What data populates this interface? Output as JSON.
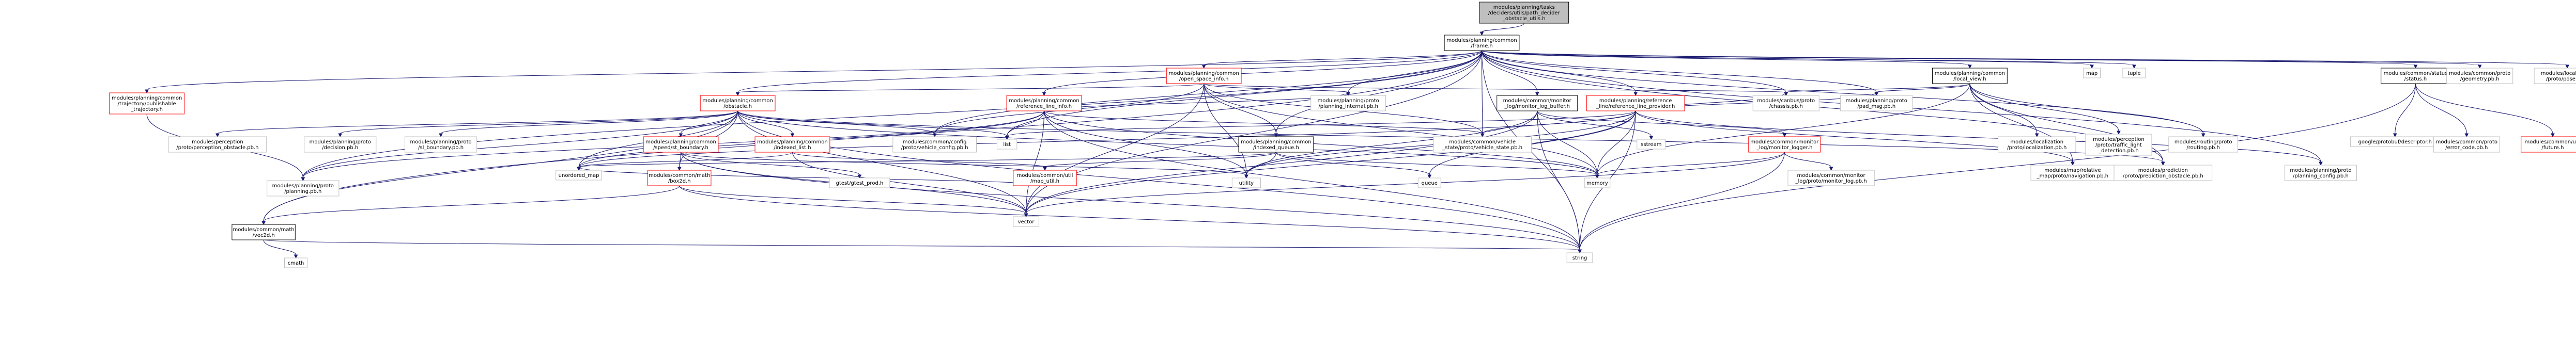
{
  "nodes": [
    {
      "id": "root",
      "lines": [
        "modules/planning/tasks",
        "/deciders/utils/path_decider",
        "_obstacle_utils.h"
      ],
      "style": "root"
    },
    {
      "id": "frame",
      "lines": [
        "modules/planning/common",
        "/frame.h"
      ],
      "style": "black"
    },
    {
      "id": "open_space_info",
      "lines": [
        "modules/planning/common",
        "/open_space_info.h"
      ],
      "style": "red"
    },
    {
      "id": "publishable_traj",
      "lines": [
        "modules/planning/common",
        "/trajectory/publishable",
        "_trajectory.h"
      ],
      "style": "red"
    },
    {
      "id": "obstacle",
      "lines": [
        "modules/planning/common",
        "/obstacle.h"
      ],
      "style": "red"
    },
    {
      "id": "ref_line_info",
      "lines": [
        "modules/planning/common",
        "/reference_line_info.h"
      ],
      "style": "red"
    },
    {
      "id": "monitor_log_buffer",
      "lines": [
        "modules/common/monitor",
        "_log/monitor_log_buffer.h"
      ],
      "style": "black"
    },
    {
      "id": "ref_line_provider",
      "lines": [
        "modules/planning/reference",
        "_line/reference_line_provider.h"
      ],
      "style": "red"
    },
    {
      "id": "local_view",
      "lines": [
        "modules/planning/common",
        "/local_view.h"
      ],
      "style": "black"
    },
    {
      "id": "map",
      "lines": [
        "map"
      ],
      "style": "gray"
    },
    {
      "id": "tuple",
      "lines": [
        "tuple"
      ],
      "style": "gray"
    },
    {
      "id": "status",
      "lines": [
        "modules/common/status",
        "/status.h"
      ],
      "style": "black"
    },
    {
      "id": "geometry_pb",
      "lines": [
        "modules/common/proto",
        "/geometry.pb.h"
      ],
      "style": "gray"
    },
    {
      "id": "pose_pb",
      "lines": [
        "modules/localization",
        "/proto/pose.pb.h"
      ],
      "style": "gray"
    },
    {
      "id": "planning_internal_pb",
      "lines": [
        "modules/planning/proto",
        "/planning_internal.pb.h"
      ],
      "style": "gray"
    },
    {
      "id": "chassis_pb",
      "lines": [
        "modules/canbus/proto",
        "/chassis.pb.h"
      ],
      "style": "gray"
    },
    {
      "id": "pad_msg_pb",
      "lines": [
        "modules/planning/proto",
        "/pad_msg.pb.h"
      ],
      "style": "gray"
    },
    {
      "id": "localization_pb",
      "lines": [
        "modules/localization",
        "/proto/localization.pb.h"
      ],
      "style": "gray"
    },
    {
      "id": "traffic_light_pb",
      "lines": [
        "modules/perception",
        "/proto/traffic_light",
        "_detection.pb.h"
      ],
      "style": "gray"
    },
    {
      "id": "routing_pb",
      "lines": [
        "modules/routing/proto",
        "/routing.pb.h"
      ],
      "style": "gray"
    },
    {
      "id": "descriptor",
      "lines": [
        "google/protobuf/descriptor.h"
      ],
      "style": "gray"
    },
    {
      "id": "error_code_pb",
      "lines": [
        "modules/common/proto",
        "/error_code.pb.h"
      ],
      "style": "gray"
    },
    {
      "id": "future",
      "lines": [
        "modules/common/util",
        "/future.h"
      ],
      "style": "red"
    },
    {
      "id": "perception_obstacle_pb",
      "lines": [
        "modules/perception",
        "/proto/perception_obstacle.pb.h"
      ],
      "style": "gray"
    },
    {
      "id": "decision_pb",
      "lines": [
        "modules/planning/proto",
        "/decision.pb.h"
      ],
      "style": "gray"
    },
    {
      "id": "sl_boundary_pb",
      "lines": [
        "modules/planning/proto",
        "/sl_boundary.pb.h"
      ],
      "style": "gray"
    },
    {
      "id": "vehicle_config_pb",
      "lines": [
        "modules/common/config",
        "/proto/vehicle_config.pb.h"
      ],
      "style": "gray"
    },
    {
      "id": "list",
      "lines": [
        "list"
      ],
      "style": "gray"
    },
    {
      "id": "indexed_queue",
      "lines": [
        "modules/planning/common",
        "/indexed_queue.h"
      ],
      "style": "black"
    },
    {
      "id": "vehicle_state_pb",
      "lines": [
        "modules/common/vehicle",
        "_state/proto/vehicle_state.pb.h"
      ],
      "style": "gray"
    },
    {
      "id": "sstream",
      "lines": [
        "sstream"
      ],
      "style": "gray"
    },
    {
      "id": "monitor_logger",
      "lines": [
        "modules/common/monitor",
        "_log/monitor_logger.h"
      ],
      "style": "red"
    },
    {
      "id": "map_navigation_pb",
      "lines": [
        "modules/map/relative",
        "_map/proto/navigation.pb.h"
      ],
      "style": "gray"
    },
    {
      "id": "prediction_obstacle_pb",
      "lines": [
        "modules/prediction",
        "/proto/prediction_obstacle.pb.h"
      ],
      "style": "gray"
    },
    {
      "id": "planning_config_pb",
      "lines": [
        "modules/planning/proto",
        "/planning_config.pb.h"
      ],
      "style": "gray"
    },
    {
      "id": "speed_st_boundary",
      "lines": [
        "modules/planning/common",
        "/speed/st_boundary.h"
      ],
      "style": "red"
    },
    {
      "id": "indexed_list",
      "lines": [
        "modules/planning/common",
        "/indexed_list.h"
      ],
      "style": "red"
    },
    {
      "id": "box2d",
      "lines": [
        "modules/common/math",
        "/box2d.h"
      ],
      "style": "red"
    },
    {
      "id": "unordered_map",
      "lines": [
        "unordered_map"
      ],
      "style": "gray"
    },
    {
      "id": "gtest_prod",
      "lines": [
        "gtest/gtest_prod.h"
      ],
      "style": "gray"
    },
    {
      "id": "map_util",
      "lines": [
        "modules/common/util",
        "/map_util.h"
      ],
      "style": "red"
    },
    {
      "id": "utility",
      "lines": [
        "utility"
      ],
      "style": "gray"
    },
    {
      "id": "queue",
      "lines": [
        "queue"
      ],
      "style": "gray"
    },
    {
      "id": "memory",
      "lines": [
        "memory"
      ],
      "style": "gray"
    },
    {
      "id": "monitor_log_pb",
      "lines": [
        "modules/common/monitor",
        "_log/proto/monitor_log.pb.h"
      ],
      "style": "gray"
    },
    {
      "id": "planning_pb",
      "lines": [
        "modules/planning/proto",
        "/planning.pb.h"
      ],
      "style": "gray"
    },
    {
      "id": "vec2d",
      "lines": [
        "modules/common/math",
        "/vec2d.h"
      ],
      "style": "black"
    },
    {
      "id": "vector",
      "lines": [
        "vector"
      ],
      "style": "gray"
    },
    {
      "id": "cmath",
      "lines": [
        "cmath"
      ],
      "style": "gray"
    },
    {
      "id": "string",
      "lines": [
        "string"
      ],
      "style": "gray"
    }
  ],
  "edges": [
    [
      "root",
      "frame"
    ],
    [
      "frame",
      "open_space_info"
    ],
    [
      "frame",
      "publishable_traj"
    ],
    [
      "frame",
      "obstacle"
    ],
    [
      "frame",
      "ref_line_info"
    ],
    [
      "frame",
      "monitor_log_buffer"
    ],
    [
      "frame",
      "ref_line_provider"
    ],
    [
      "frame",
      "local_view"
    ],
    [
      "frame",
      "map"
    ],
    [
      "frame",
      "tuple"
    ],
    [
      "frame",
      "status"
    ],
    [
      "frame",
      "geometry_pb"
    ],
    [
      "frame",
      "pose_pb"
    ],
    [
      "frame",
      "planning_internal_pb"
    ],
    [
      "frame",
      "chassis_pb"
    ],
    [
      "frame",
      "pad_msg_pb"
    ],
    [
      "frame",
      "routing_pb"
    ],
    [
      "frame",
      "indexed_queue"
    ],
    [
      "frame",
      "vehicle_state_pb"
    ],
    [
      "frame",
      "prediction_obstacle_pb"
    ],
    [
      "frame",
      "planning_config_pb"
    ],
    [
      "frame",
      "vec2d"
    ],
    [
      "frame",
      "vector"
    ],
    [
      "frame",
      "string"
    ],
    [
      "frame",
      "planning_pb"
    ],
    [
      "frame",
      "list"
    ],
    [
      "frame",
      "vehicle_config_pb"
    ],
    [
      "open_space_info",
      "obstacle"
    ],
    [
      "open_space_info",
      "planning_internal_pb"
    ],
    [
      "open_space_info",
      "chassis_pb"
    ],
    [
      "open_space_info",
      "vehicle_config_pb"
    ],
    [
      "open_space_info",
      "indexed_queue"
    ],
    [
      "open_space_info",
      "vector"
    ],
    [
      "open_space_info",
      "utility"
    ],
    [
      "open_space_info",
      "memory"
    ],
    [
      "open_space_info",
      "vehicle_state_pb"
    ],
    [
      "publishable_traj",
      "planning_pb"
    ],
    [
      "obstacle",
      "perception_obstacle_pb"
    ],
    [
      "obstacle",
      "decision_pb"
    ],
    [
      "obstacle",
      "sl_boundary_pb"
    ],
    [
      "obstacle",
      "vehicle_config_pb"
    ],
    [
      "obstacle",
      "list"
    ],
    [
      "obstacle",
      "speed_st_boundary"
    ],
    [
      "obstacle",
      "indexed_list"
    ],
    [
      "obstacle",
      "box2d"
    ],
    [
      "obstacle",
      "unordered_map"
    ],
    [
      "obstacle",
      "prediction_obstacle_pb"
    ],
    [
      "obstacle",
      "string"
    ],
    [
      "obstacle",
      "vector"
    ],
    [
      "obstacle",
      "memory"
    ],
    [
      "obstacle",
      "vec2d"
    ],
    [
      "obstacle",
      "planning_pb"
    ],
    [
      "ref_line_info",
      "list"
    ],
    [
      "ref_line_info",
      "planning_pb"
    ],
    [
      "ref_line_info",
      "vector"
    ],
    [
      "ref_line_info",
      "utility"
    ],
    [
      "ref_line_info",
      "unordered_map"
    ],
    [
      "ref_line_info",
      "vehicle_state_pb"
    ],
    [
      "ref_line_info",
      "string"
    ],
    [
      "ref_line_info",
      "planning_internal_pb"
    ],
    [
      "ref_line_info",
      "memory"
    ],
    [
      "monitor_log_buffer",
      "monitor_logger"
    ],
    [
      "monitor_log_buffer",
      "string"
    ],
    [
      "monitor_log_buffer",
      "sstream"
    ],
    [
      "monitor_log_buffer",
      "vector"
    ],
    [
      "monitor_log_buffer",
      "utility"
    ],
    [
      "monitor_log_buffer",
      "memory"
    ],
    [
      "ref_line_provider",
      "list"
    ],
    [
      "ref_line_provider",
      "map_navigation_pb"
    ],
    [
      "ref_line_provider",
      "memory"
    ],
    [
      "ref_line_provider",
      "queue"
    ],
    [
      "ref_line_provider",
      "unordered_map"
    ],
    [
      "ref_line_provider",
      "vector"
    ],
    [
      "ref_line_provider",
      "utility"
    ],
    [
      "ref_line_provider",
      "vehicle_state_pb"
    ],
    [
      "ref_line_provider",
      "string"
    ],
    [
      "ref_line_provider",
      "planning_config_pb"
    ],
    [
      "ref_line_provider",
      "chassis_pb"
    ],
    [
      "ref_line_provider",
      "pad_msg_pb"
    ],
    [
      "local_view",
      "chassis_pb"
    ],
    [
      "local_view",
      "pad_msg_pb"
    ],
    [
      "local_view",
      "localization_pb"
    ],
    [
      "local_view",
      "traffic_light_pb"
    ],
    [
      "local_view",
      "routing_pb"
    ],
    [
      "local_view",
      "map_navigation_pb"
    ],
    [
      "local_view",
      "prediction_obstacle_pb"
    ],
    [
      "local_view",
      "memory"
    ],
    [
      "status",
      "descriptor"
    ],
    [
      "status",
      "error_code_pb"
    ],
    [
      "status",
      "future"
    ],
    [
      "status",
      "string"
    ],
    [
      "indexed_queue",
      "queue"
    ],
    [
      "indexed_queue",
      "unordered_map"
    ],
    [
      "indexed_queue",
      "map_util"
    ],
    [
      "indexed_queue",
      "utility"
    ],
    [
      "indexed_queue",
      "memory"
    ],
    [
      "monitor_logger",
      "monitor_log_pb"
    ],
    [
      "monitor_logger",
      "string"
    ],
    [
      "monitor_logger",
      "vector"
    ],
    [
      "monitor_logger",
      "memory"
    ],
    [
      "speed_st_boundary",
      "box2d"
    ],
    [
      "speed_st_boundary",
      "gtest_prod"
    ],
    [
      "speed_st_boundary",
      "vector"
    ],
    [
      "speed_st_boundary",
      "string"
    ],
    [
      "speed_st_boundary",
      "utility"
    ],
    [
      "indexed_list",
      "map_util"
    ],
    [
      "indexed_list",
      "unordered_map"
    ],
    [
      "indexed_list",
      "vector"
    ],
    [
      "box2d",
      "vec2d"
    ],
    [
      "box2d",
      "vector"
    ],
    [
      "box2d",
      "string"
    ],
    [
      "vec2d",
      "cmath"
    ],
    [
      "vec2d",
      "string"
    ],
    [
      "map_util",
      "unordered_map"
    ]
  ]
}
